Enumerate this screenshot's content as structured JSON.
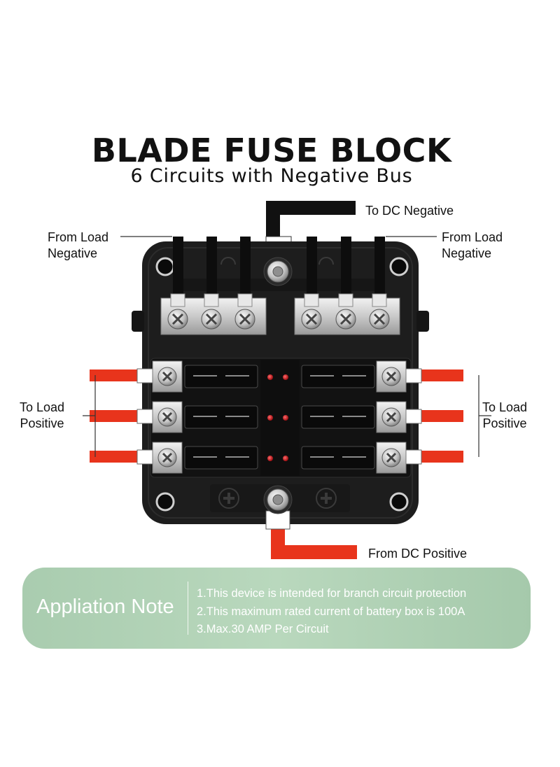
{
  "header": {
    "title": "BLADE FUSE BLOCK",
    "subtitle": "6 Circuits with Negative Bus"
  },
  "labels": {
    "to_dc_negative": "To DC Negative",
    "from_load_negative_left": [
      "From Load",
      "Negative"
    ],
    "from_load_negative_right": [
      "From Load",
      "Negative"
    ],
    "to_load_positive_left": [
      "To Load",
      "Positive"
    ],
    "to_load_positive_right": [
      "To Load",
      "Positive"
    ],
    "from_dc_positive": "From DC Positive"
  },
  "note": {
    "title": "Appliation Note",
    "items": [
      "1.This device is intended for branch circuit protection",
      "2.This maximum rated current of battery box is 100A",
      "3.Max.30 AMP Per Circuit"
    ]
  },
  "colors": {
    "wire_red": "#e8341c",
    "wire_black": "#111111",
    "block_body": "#1c1c1c",
    "led_red": "#d4161a",
    "note_green": "#afd1b4"
  }
}
